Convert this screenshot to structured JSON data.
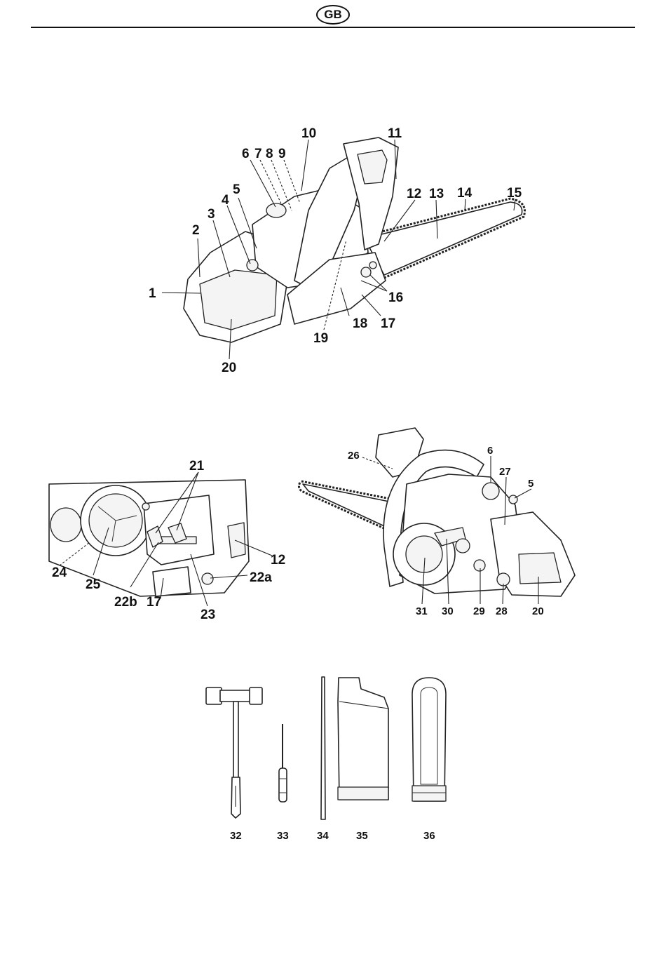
{
  "header": {
    "badge": "GB"
  },
  "figure1": {
    "labels": [
      "1",
      "2",
      "3",
      "4",
      "5",
      "6",
      "7",
      "8",
      "9",
      "10",
      "11",
      "12",
      "13",
      "14",
      "15",
      "16",
      "17",
      "18",
      "19",
      "20"
    ]
  },
  "figure2": {
    "labels": [
      "21",
      "24",
      "25",
      "22b",
      "17",
      "23",
      "22a",
      "12"
    ]
  },
  "figure3": {
    "labels": [
      "26",
      "6",
      "27",
      "5",
      "31",
      "30",
      "29",
      "28",
      "20"
    ]
  },
  "figure4": {
    "labels": [
      "32",
      "33",
      "34",
      "35",
      "36"
    ]
  }
}
